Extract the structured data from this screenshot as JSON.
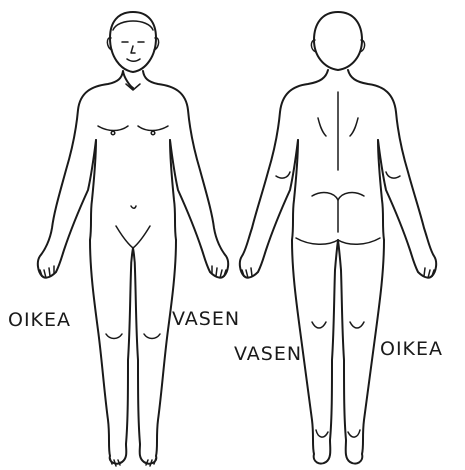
{
  "labels": {
    "front_left_side": "OIKEA",
    "front_right_side": "VASEN",
    "back_left_side": "VASEN",
    "back_right_side": "OIKEA"
  }
}
